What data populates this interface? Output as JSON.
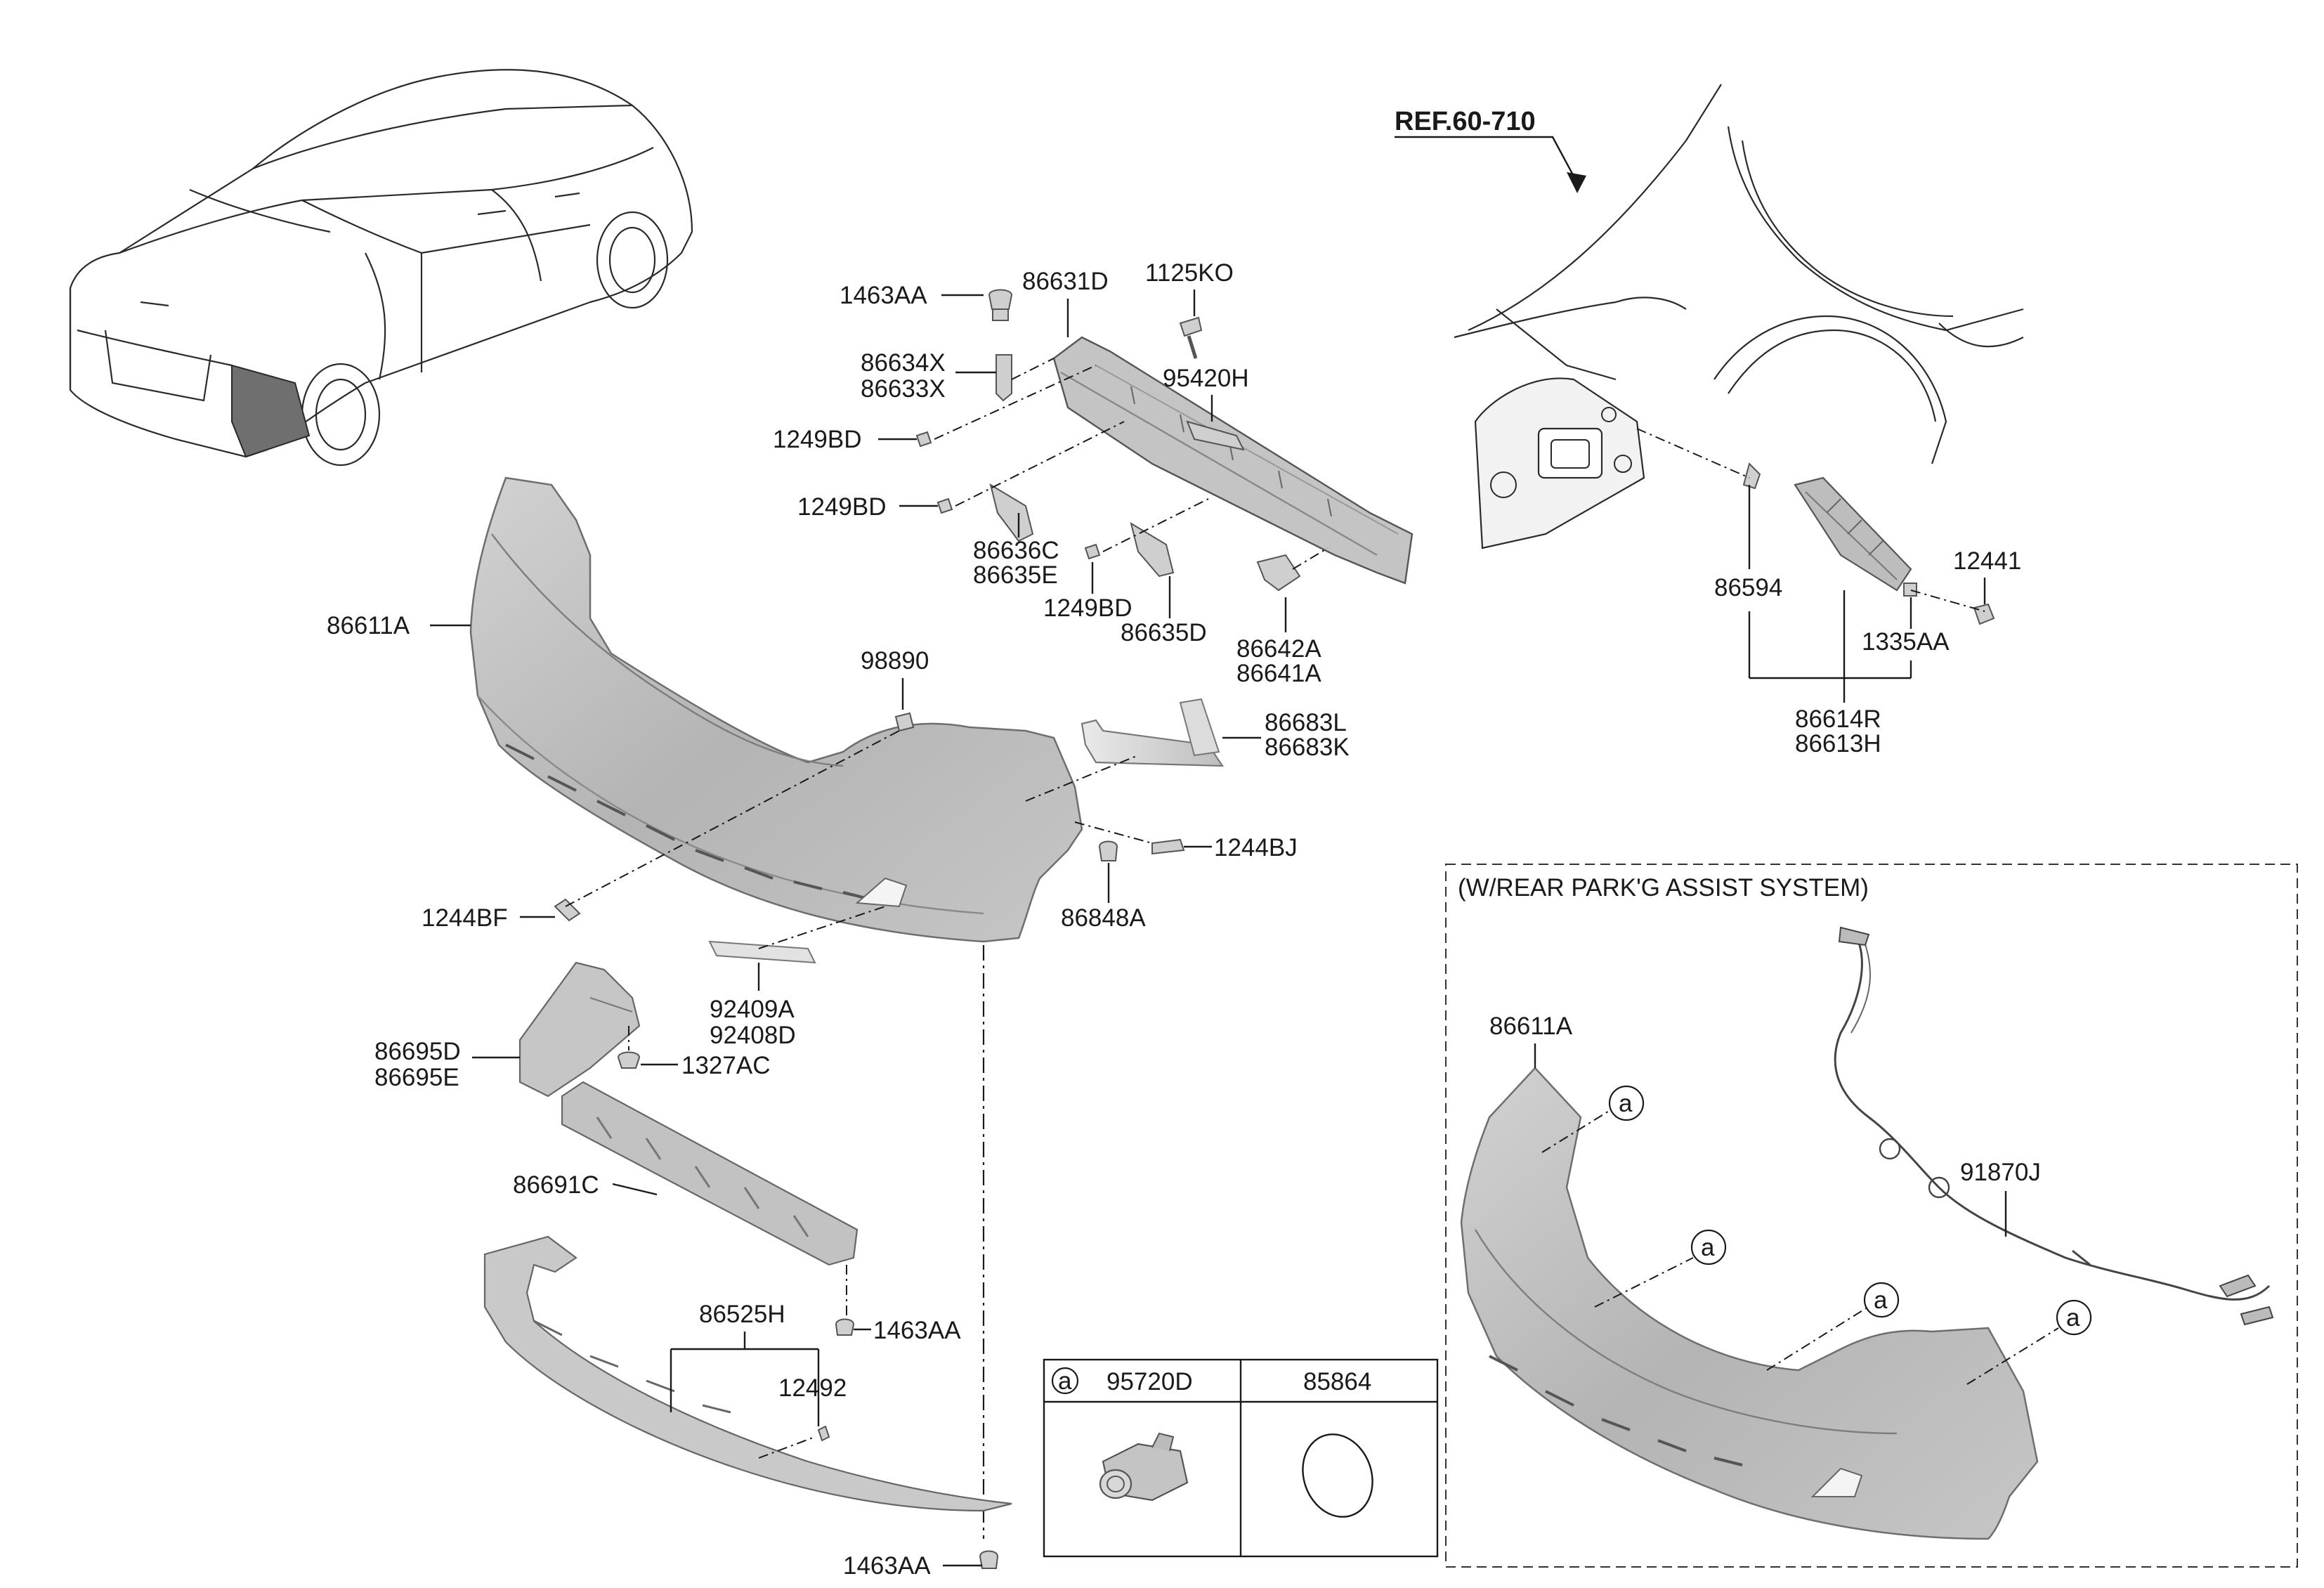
{
  "reference": "REF.60-710",
  "callouts": {
    "c1463AA_top": "1463AA",
    "c86631D": "86631D",
    "c1125KO": "1125KO",
    "c86634X": "86634X",
    "c86633X": "86633X",
    "c95420H": "95420H",
    "c1249BD_a": "1249BD",
    "c1249BD_b": "1249BD",
    "c86636C": "86636C",
    "c86635E": "86635E",
    "c1249BD_c": "1249BD",
    "c86635D": "86635D",
    "c86642A": "86642A",
    "c86641A": "86641A",
    "c86611A": "86611A",
    "c98890": "98890",
    "c86683L": "86683L",
    "c86683K": "86683K",
    "c1244BJ": "1244BJ",
    "c86848A": "86848A",
    "c1244BF": "1244BF",
    "c92409A": "92409A",
    "c92408D": "92408D",
    "c86695D": "86695D",
    "c86695E": "86695E",
    "c1327AC": "1327AC",
    "c86691C": "86691C",
    "c86525H": "86525H",
    "c1463AA_mid": "1463AA",
    "c12492": "12492",
    "c1463AA_bot": "1463AA",
    "c86594": "86594",
    "c12441": "12441",
    "c1335AA": "1335AA",
    "c86614R": "86614R",
    "c86613H": "86613H"
  },
  "inset": {
    "title": "(W/REAR PARK'G ASSIST SYSTEM)",
    "bumper_label": "86611A",
    "harness_label": "91870J",
    "marker": "a"
  },
  "parts_table": {
    "marker": "a",
    "col1": "95720D",
    "col2": "85864"
  }
}
